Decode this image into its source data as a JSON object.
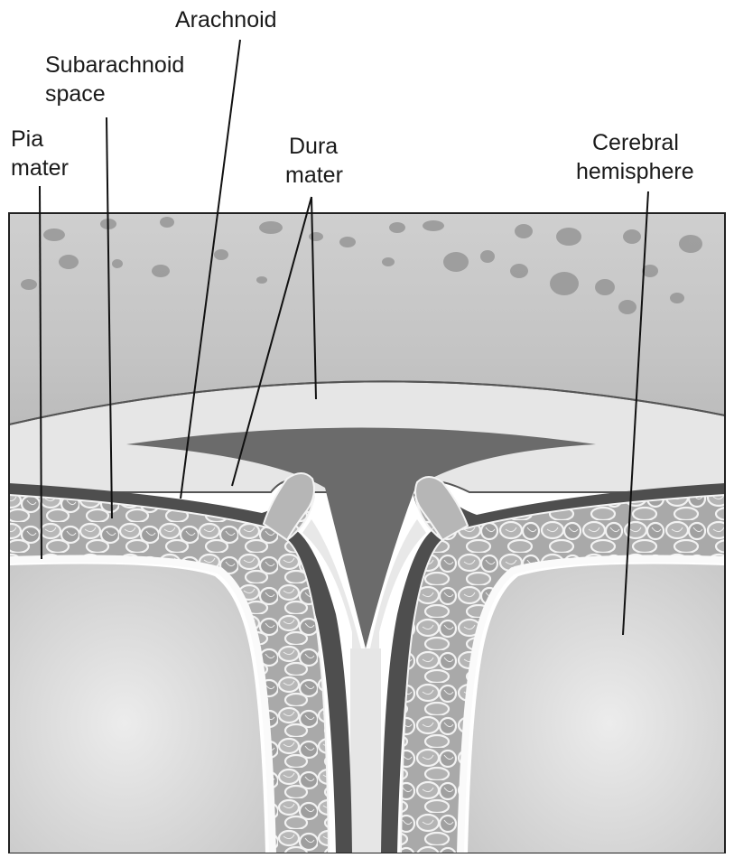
{
  "figure": {
    "labels": {
      "arachnoid": "Arachnoid",
      "subarachnoid_1": "Subarachnoid",
      "subarachnoid_2": "space",
      "pia_1": "Pia",
      "pia_2": "mater",
      "dura_1": "Dura",
      "dura_2": "mater",
      "cerebral_1": "Cerebral",
      "cerebral_2": "hemisphere"
    },
    "colors": {
      "bone": "#c9c9c9",
      "dura": "#e6e6e6",
      "sinus": "#6e6e6e",
      "arachnoid_band": "#555555",
      "subarachnoid": "#a8a8a8",
      "pia": "#f4f4f4",
      "cortex": "#d2d2d2"
    }
  }
}
